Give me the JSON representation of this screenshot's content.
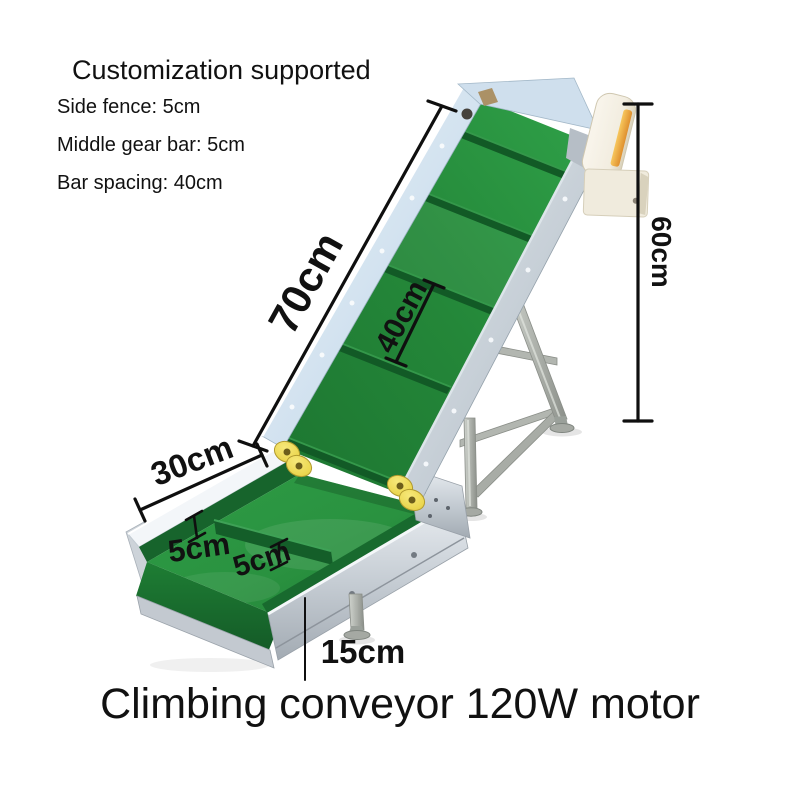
{
  "background": "#ffffff",
  "header": {
    "title": "Customization supported",
    "specs": [
      "Side fence: 5cm",
      "Middle gear bar: 5cm",
      "Bar spacing: 40cm"
    ]
  },
  "annotations": {
    "incline_length": "70cm",
    "bar_spacing": "40cm",
    "stand_height": "60cm",
    "lower_section_length": "30cm",
    "side_fence_height": "5cm",
    "gear_bar_height": "5cm",
    "discharge_frame_height": "15cm"
  },
  "caption": "Climbing conveyor 120W motor",
  "colors": {
    "belt_green": "#28913F",
    "belt_green_dark": "#145E29",
    "rail_light_blue": "#CFE0EE",
    "galvanized_silver": "#C6CDD4",
    "stainless_steel": "#AEB2AC",
    "roller_yellow": "#EBD64E",
    "motor_cream": "#F2EDE0",
    "motor_label_orange": "#E89B3C",
    "annotation_text": "#111111"
  }
}
